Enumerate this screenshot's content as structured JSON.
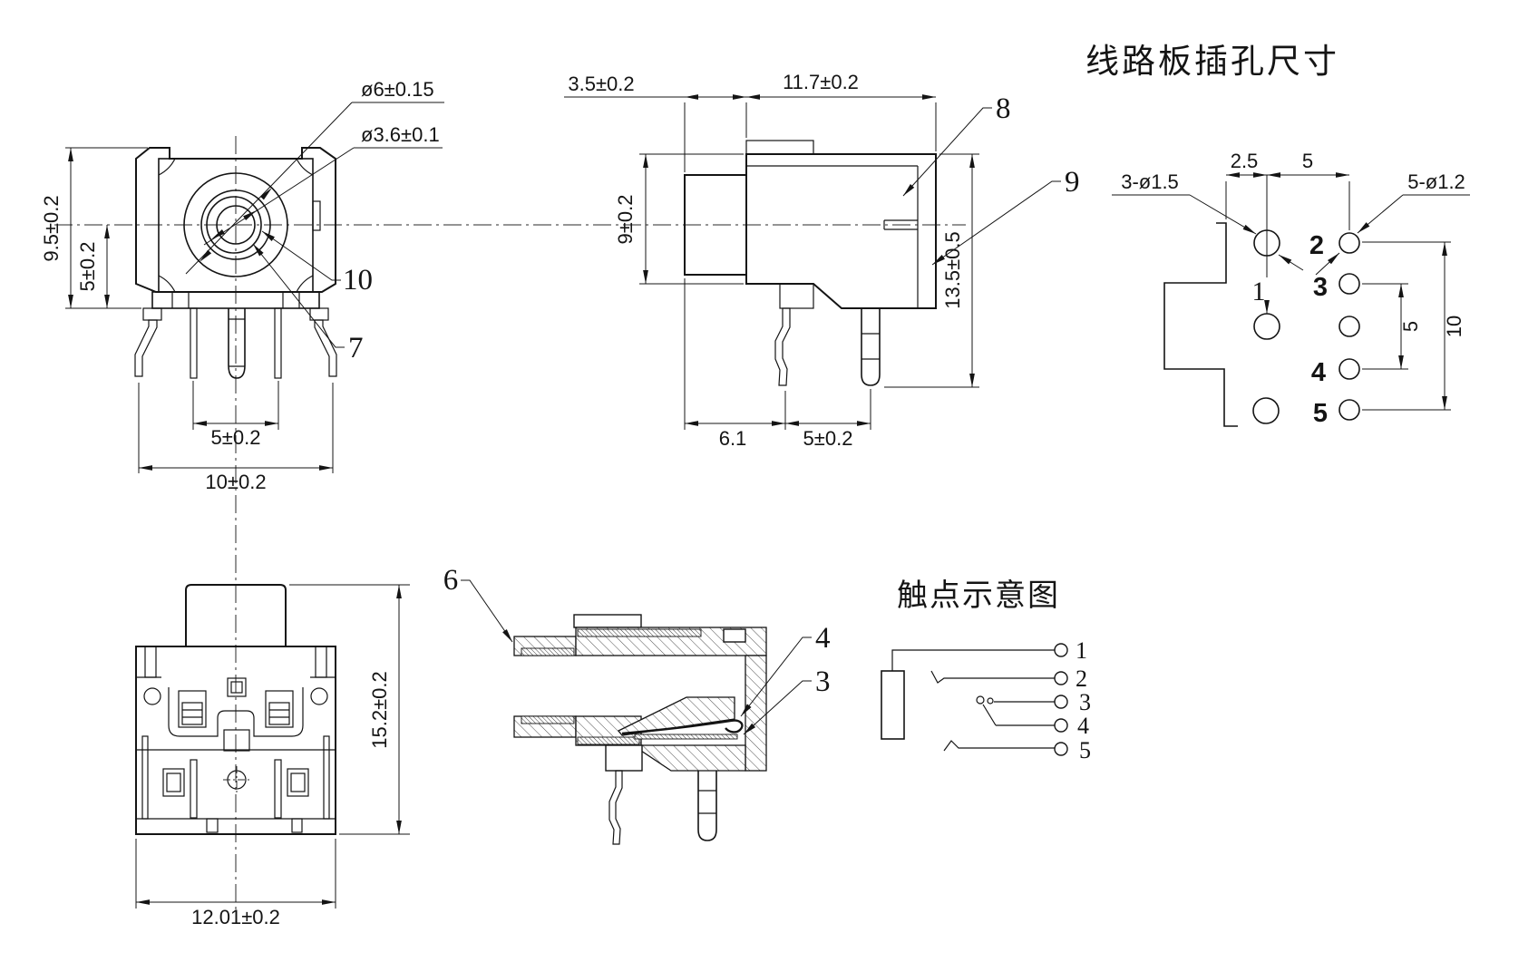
{
  "colors": {
    "line": "#141414",
    "background": "#ffffff"
  },
  "front_view": {
    "dim_height": "9.5±0.2",
    "dim_half": "5±0.2",
    "dia_outer": "ø6±0.15",
    "dia_hole": "ø3.6±0.1",
    "dim_pins": "5±0.2",
    "dim_legs": "10±0.2",
    "ref_10": "10",
    "ref_7": "7"
  },
  "side_view": {
    "dim_front": "3.5±0.2",
    "dim_body": "11.7±0.2",
    "dim_height": "9±0.2",
    "dim_total": "13.5±0.5",
    "dim_leg": "6.1",
    "dim_pitch": "5±0.2",
    "ref_8": "8",
    "ref_9": "9"
  },
  "pcb_view": {
    "title": "线路板插孔尺寸",
    "dim_offset": "2.5",
    "dim_pitch": "5",
    "label_left_holes": "3-ø1.5",
    "label_right_holes": "5-ø1.2",
    "dim_span_small": "5",
    "dim_span_total": "10",
    "pin_1": "1",
    "pin_2": "2",
    "pin_3": "3",
    "pin_4": "4",
    "pin_5": "5"
  },
  "bottom_view": {
    "dim_height": "15.2±0.2",
    "dim_width": "12.01±0.2"
  },
  "section_view": {
    "ref_6": "6",
    "ref_4": "4",
    "ref_3": "3"
  },
  "contact_diagram": {
    "title": "触点示意图",
    "term_1": "1",
    "term_2": "2",
    "term_3": "3",
    "term_4": "4",
    "term_5": "5"
  }
}
